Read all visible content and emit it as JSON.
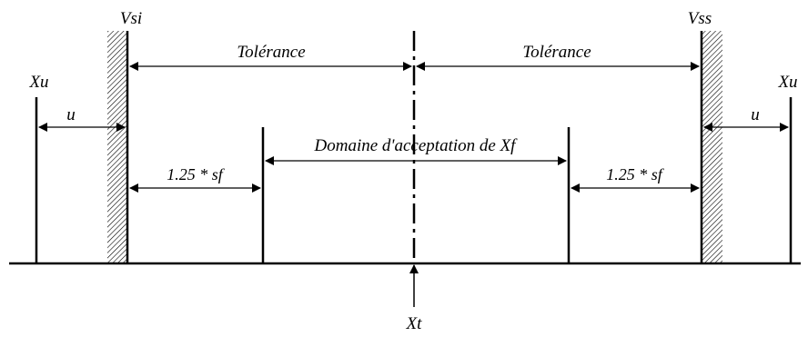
{
  "labels": {
    "vsi": "Vsi",
    "vss": "Vss",
    "xu_left": "Xu",
    "xu_right": "Xu",
    "xt": "Xt",
    "tolerance_left": "Tolérance",
    "tolerance_right": "Tolérance",
    "u_left": "u",
    "u_right": "u",
    "margin_left": "1.25 * sf",
    "margin_right": "1.25 * sf",
    "acceptance": "Domaine d'acceptation de Xf"
  },
  "colors": {
    "line": "#000000",
    "hatch": "#000000",
    "background": "#ffffff"
  }
}
